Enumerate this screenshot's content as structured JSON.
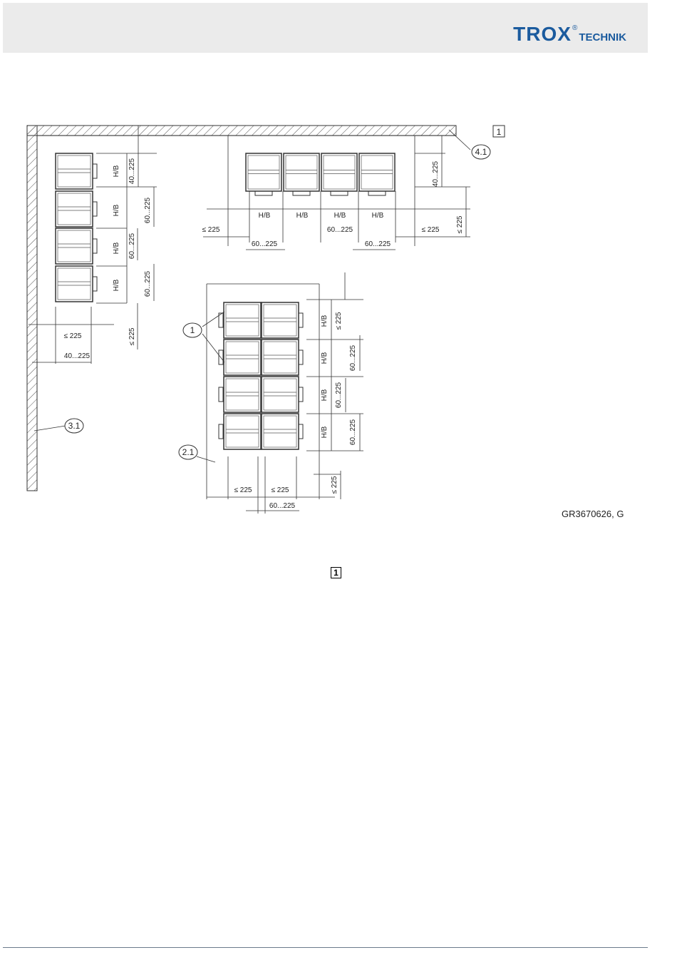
{
  "header": {
    "brand": "TROX",
    "brand_suffix": "TECHNIK",
    "registered": "®"
  },
  "drawing": {
    "figure_id": "GR3670626, G",
    "figure_box_label": "1",
    "callouts": {
      "c1": "1",
      "c41": "4.1",
      "c31": "3.1",
      "c21": "2.1",
      "box": "1"
    },
    "labels": {
      "hb": "H/B",
      "d40_225": "40...225",
      "d60_225": "60...225",
      "le225": "≤ 225"
    }
  },
  "colors": {
    "brand": "#1b5b9e",
    "header_bg": "#ebebeb",
    "line": "#333333"
  }
}
